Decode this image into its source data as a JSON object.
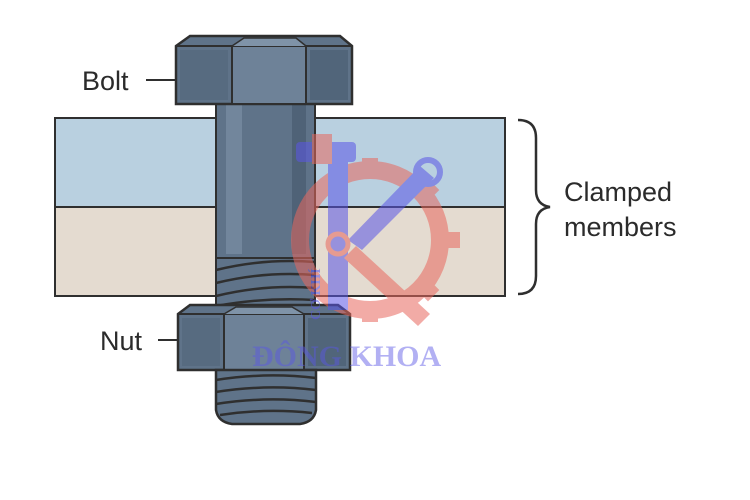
{
  "labels": {
    "bolt": "Bolt",
    "nut": "Nut",
    "clamped_line1": "Clamped",
    "clamped_line2": "members"
  },
  "watermark": {
    "brand_name": "ĐÔNG KHOA",
    "brand_arc": "CƠ KHÍ",
    "logo": "gear-hammer-wrench-k-logo"
  },
  "colors": {
    "steel": "#5f7389",
    "steel_dark": "#3f5266",
    "steel_light": "#7f93a8",
    "plate_top": "#b9d0e0",
    "plate_bottom": "#e4dbd0",
    "outline": "#2f2f2f",
    "watermark_blue": "#5a56e6",
    "watermark_red": "#e8685e"
  }
}
